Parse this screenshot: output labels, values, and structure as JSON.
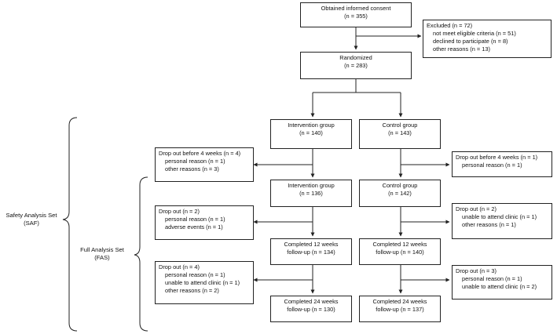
{
  "boxes": {
    "consent": {
      "lines": [
        "Obtained informed consent",
        "(n = 355)"
      ]
    },
    "excluded": {
      "lines": [
        "Excluded (n = 72)",
        "not meet eligible criteria (n = 51)",
        "declined to participate (n = 8)",
        "other reasons (n = 13)"
      ]
    },
    "randomized": {
      "lines": [
        "Randomized",
        "(n = 283)"
      ]
    },
    "int_group_1": {
      "lines": [
        "Intervention group",
        "(n = 140)"
      ]
    },
    "ctrl_group_1": {
      "lines": [
        "Control group",
        "(n = 143)"
      ]
    },
    "dropout_int_4w": {
      "lines": [
        "Drop out before 4 weeks (n = 4)",
        "personal reason (n = 1)",
        "other reasons (n = 3)"
      ]
    },
    "dropout_ctrl_4w": {
      "lines": [
        "Drop out before 4 weeks (n = 1)",
        "personal reason (n = 1)"
      ]
    },
    "int_group_2": {
      "lines": [
        "Intervention group",
        "(n = 136)"
      ]
    },
    "ctrl_group_2": {
      "lines": [
        "Control group",
        "(n = 142)"
      ]
    },
    "dropout_int_12w": {
      "lines": [
        "Drop out (n = 2)",
        "personal reason (n = 1)",
        "adverse events (n = 1)"
      ]
    },
    "dropout_ctrl_12w": {
      "lines": [
        "Drop out (n = 2)",
        "unable to attend clinic (n = 1)",
        "other reasons (n = 1)"
      ]
    },
    "int_12w": {
      "lines": [
        "Completed 12 weeks",
        "follow-up (n = 134)"
      ]
    },
    "ctrl_12w": {
      "lines": [
        "Completed 12 weeks",
        "follow-up (n = 140)"
      ]
    },
    "dropout_int_24w": {
      "lines": [
        "Drop out (n = 4)",
        "personal reason (n = 1)",
        "unable to attend clinic (n = 1)",
        "other reasons (n = 2)"
      ]
    },
    "dropout_ctrl_24w": {
      "lines": [
        "Drop out (n = 3)",
        "personal reason (n = 1)",
        "unable to attend clinic (n = 2)"
      ]
    },
    "int_24w": {
      "lines": [
        "Completed 24 weeks",
        "follow-up (n = 130)"
      ]
    },
    "ctrl_24w": {
      "lines": [
        "Completed 24 weeks",
        "follow-up (n = 137)"
      ]
    }
  },
  "sets": {
    "saf": [
      "Safety Analysis Set",
      "(SAF)"
    ],
    "fas": [
      "Full Analysis Set",
      "(FAS)"
    ]
  },
  "colors": {
    "line": "#222222",
    "box_fill": "#ffffff",
    "text": "#111111"
  }
}
